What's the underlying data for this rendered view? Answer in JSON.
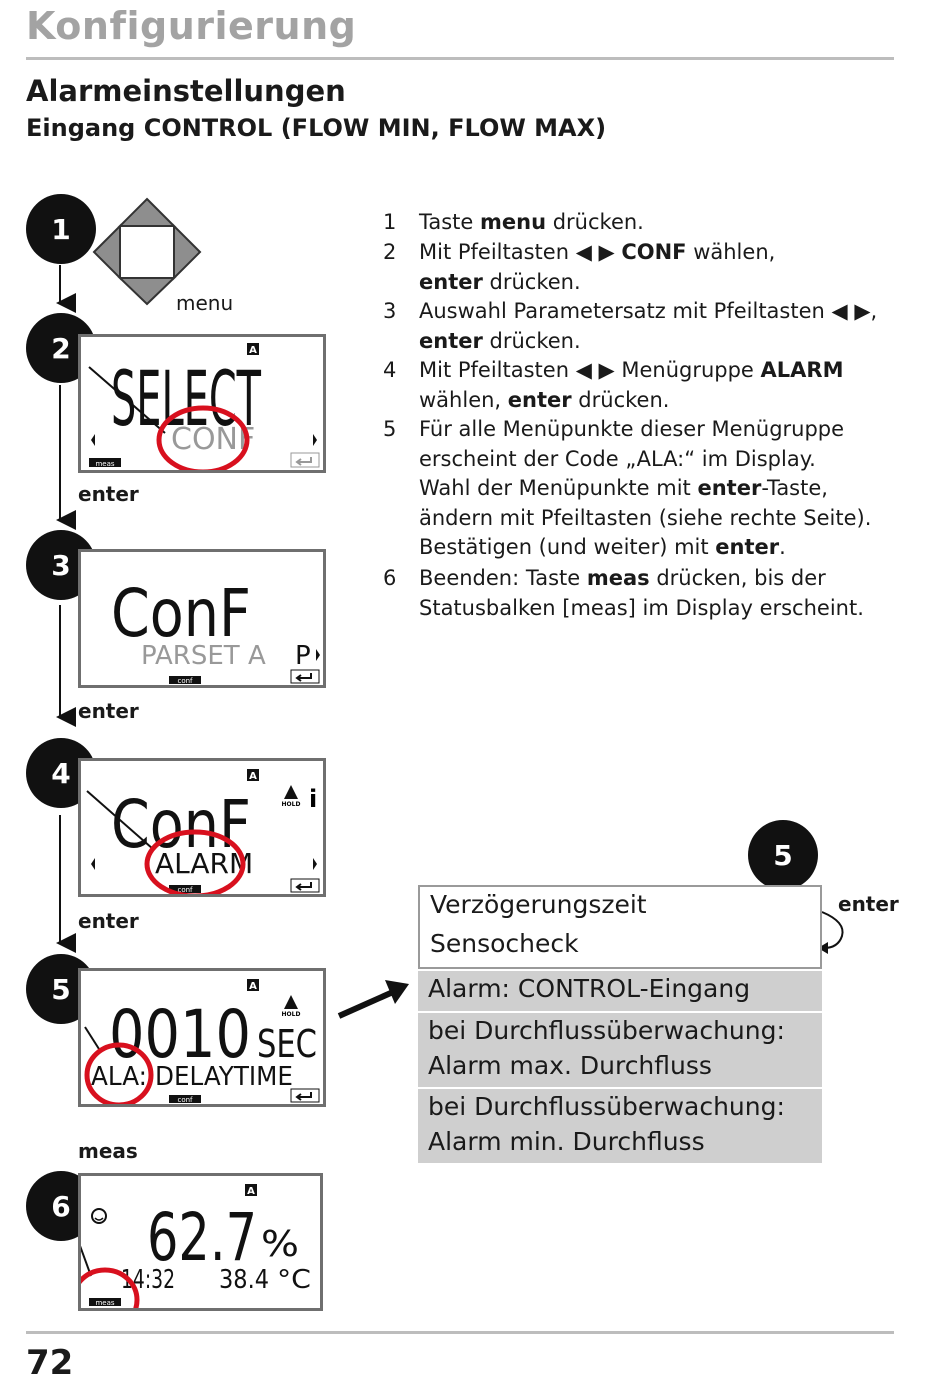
{
  "header": {
    "chapter": "Konfigurierung",
    "title": "Alarmeinstellungen",
    "subtitle": "Eingang CONTROL (FLOW MIN, FLOW MAX)"
  },
  "diagram": {
    "markers": [
      "1",
      "2",
      "3",
      "4",
      "5",
      "6"
    ],
    "key_label": "menu",
    "flow_labels": {
      "step2_to_3": "enter",
      "step3_to_4": "enter",
      "step4_to_5": "enter",
      "step5_to_6": "meas"
    },
    "displays": {
      "d2": {
        "main": "SELECT",
        "sub": "CONF",
        "flag": "A",
        "status_bar": "meas"
      },
      "d3": {
        "main": "ConF",
        "sub": "PARSET A",
        "side": "P",
        "status_bar": "conf"
      },
      "d4": {
        "main": "ConF",
        "sub": "ALARM",
        "flag": "A",
        "hold": "HOLD",
        "info": "i",
        "status_bar": "conf"
      },
      "d5": {
        "main": "0010",
        "unit": "SEC",
        "code": "ALA:",
        "sub": "DELAYTIME",
        "flag": "A",
        "hold": "HOLD",
        "status_bar": "conf"
      },
      "d6": {
        "main": "62.7",
        "unit": "%",
        "time": "14:32",
        "temp": "38.4",
        "temp_unit": "°C",
        "flag": "A",
        "status_bar": "meas"
      }
    }
  },
  "steps": [
    {
      "num": "1",
      "lines": [
        [
          {
            "t": "Taste "
          },
          {
            "t": "menu",
            "b": true
          },
          {
            "t": " drücken."
          }
        ]
      ]
    },
    {
      "num": "2",
      "lines": [
        [
          {
            "t": "Mit Pfeiltasten ◀ ▶ "
          },
          {
            "t": "CONF",
            "b": true
          },
          {
            "t": " wählen,"
          }
        ],
        [
          {
            "t": "enter",
            "b": true
          },
          {
            "t": " drücken."
          }
        ]
      ]
    },
    {
      "num": "3",
      "lines": [
        [
          {
            "t": "Auswahl Parametersatz mit Pfeiltasten ◀ ▶,"
          }
        ],
        [
          {
            "t": "enter",
            "b": true
          },
          {
            "t": " drücken."
          }
        ]
      ]
    },
    {
      "num": "4",
      "lines": [
        [
          {
            "t": "Mit Pfeiltasten ◀ ▶ Menügruppe "
          },
          {
            "t": "ALARM",
            "b": true
          }
        ],
        [
          {
            "t": "wählen, "
          },
          {
            "t": "enter",
            "b": true
          },
          {
            "t": " drücken."
          }
        ]
      ]
    },
    {
      "num": "5",
      "lines": [
        [
          {
            "t": "Für alle Menüpunkte dieser Menügruppe"
          }
        ],
        [
          {
            "t": "erscheint der Code „ALA:“ im Display."
          }
        ],
        [
          {
            "t": "Wahl der Menüpunkte mit "
          },
          {
            "t": "enter",
            "b": true
          },
          {
            "t": "-Taste,"
          }
        ],
        [
          {
            "t": "ändern mit Pfeiltasten (siehe rechte Seite)."
          }
        ],
        [
          {
            "t": "Bestätigen (und weiter) mit "
          },
          {
            "t": "enter",
            "b": true
          },
          {
            "t": "."
          }
        ]
      ]
    },
    {
      "num": "6",
      "lines": [
        [
          {
            "t": "Beenden: Taste "
          },
          {
            "t": "meas",
            "b": true
          },
          {
            "t": " drücken, bis der"
          }
        ],
        [
          {
            "t": "Statusbalken [meas] im Display erscheint."
          }
        ]
      ]
    }
  ],
  "menu_table": {
    "marker": "5",
    "enter_label": "enter",
    "rows": [
      {
        "text": "Verzögerungszeit",
        "style": "white"
      },
      {
        "text": "Sensocheck",
        "style": "white"
      },
      {
        "text": "Alarm: CONTROL-Eingang",
        "style": "grey"
      },
      {
        "line1": "bei Durchflussüberwachung:",
        "line2": "Alarm max. Durchfluss",
        "style": "grey"
      },
      {
        "line1": "bei Durchflussüberwachung:",
        "line2": "Alarm min. Durchfluss",
        "style": "grey"
      }
    ]
  },
  "footer": {
    "page_number": "72"
  },
  "colors": {
    "highlight_ring": "#d8101e",
    "rule": "#bdbdbd",
    "table_grey": "#cfcfcf",
    "heading_grey": "#a3a3a3"
  }
}
